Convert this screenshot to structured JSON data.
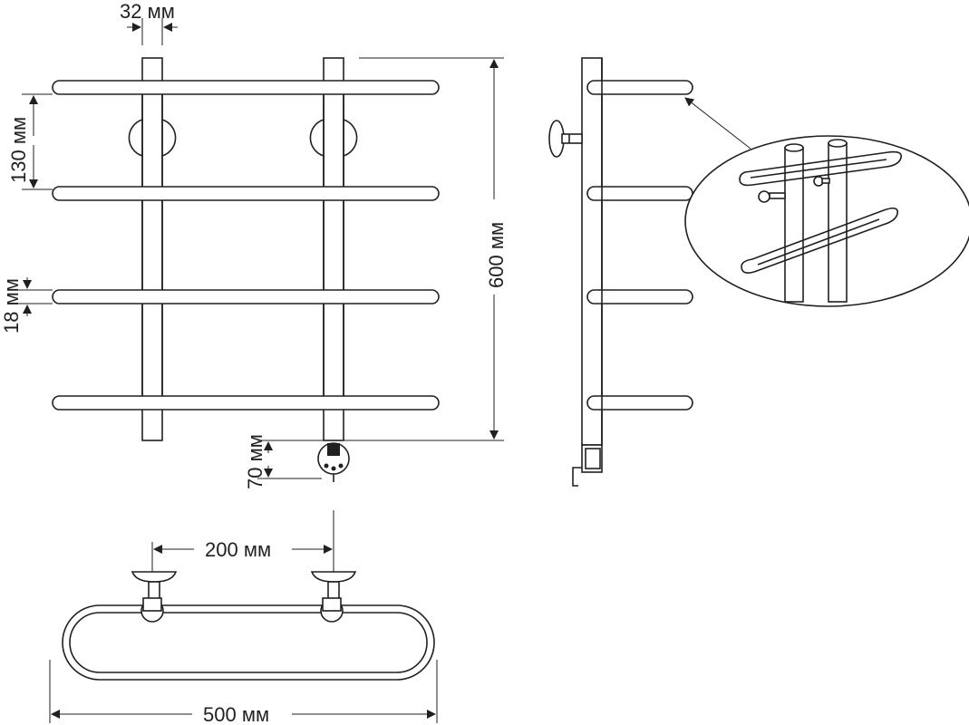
{
  "dimensions": {
    "pipe_diameter": "32 мм",
    "bar_spacing": "130 мм",
    "bar_diameter": "18 мм",
    "height": "600 мм",
    "connector_offset": "70 мм",
    "center_distance": "200 мм",
    "width": "500 мм"
  }
}
